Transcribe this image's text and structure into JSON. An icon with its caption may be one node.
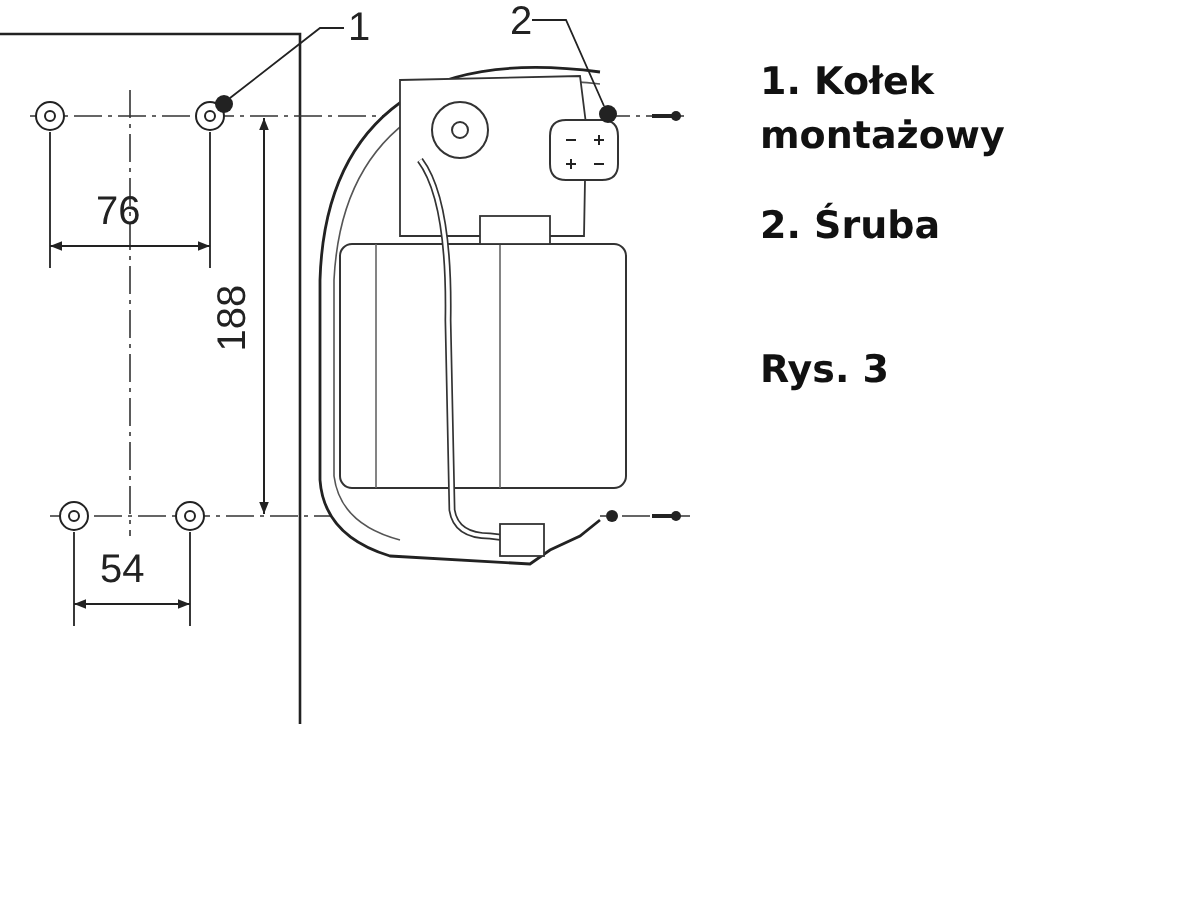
{
  "diagram": {
    "nodes": [
      {
        "text": [
          "1"
        ]
      },
      {
        "text": [],
        "shape": "circle"
      },
      {
        "text": [
          "2"
        ]
      },
      {
        "text": [],
        "shape": "circle"
      }
    ],
    "edges": [
      {
        "from": 0,
        "to": 1,
        "arrow": "none"
      },
      {
        "from": 2,
        "to": 3,
        "arrow": "none"
      }
    ],
    "labels": [
      "76",
      "188",
      "54",
      "1. Kołek montażowy",
      "2. Śruba",
      "Rys. 3"
    ]
  }
}
